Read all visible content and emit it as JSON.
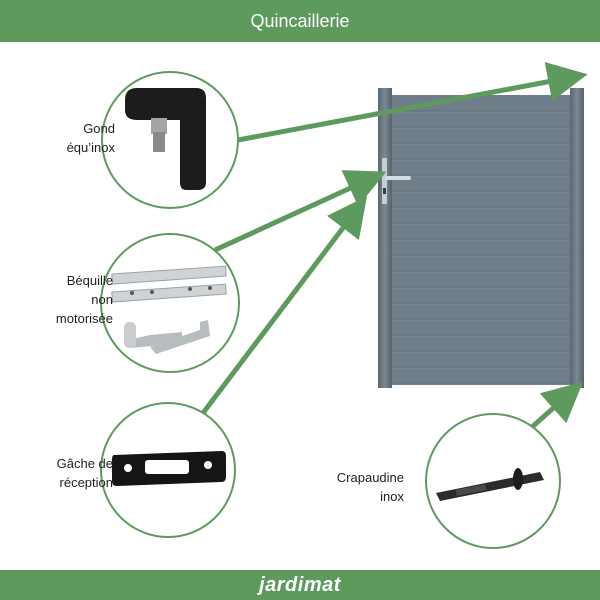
{
  "header": {
    "title": "Quincaillerie"
  },
  "footer": {
    "brand": "jardimat"
  },
  "items": [
    {
      "id": "gond",
      "lines": [
        "Gond",
        "équ’inox"
      ]
    },
    {
      "id": "bequille",
      "lines": [
        "Béquille",
        "non",
        "motorisée"
      ]
    },
    {
      "id": "gache",
      "lines": [
        "Gâche de",
        "réception"
      ]
    },
    {
      "id": "crapaudine",
      "lines": [
        "Crapaudine",
        "inox"
      ]
    }
  ],
  "colors": {
    "accent_green": "#5e9a5e",
    "gate_grey": "#6f7d89",
    "circle_stroke": "#5e9a5e"
  }
}
